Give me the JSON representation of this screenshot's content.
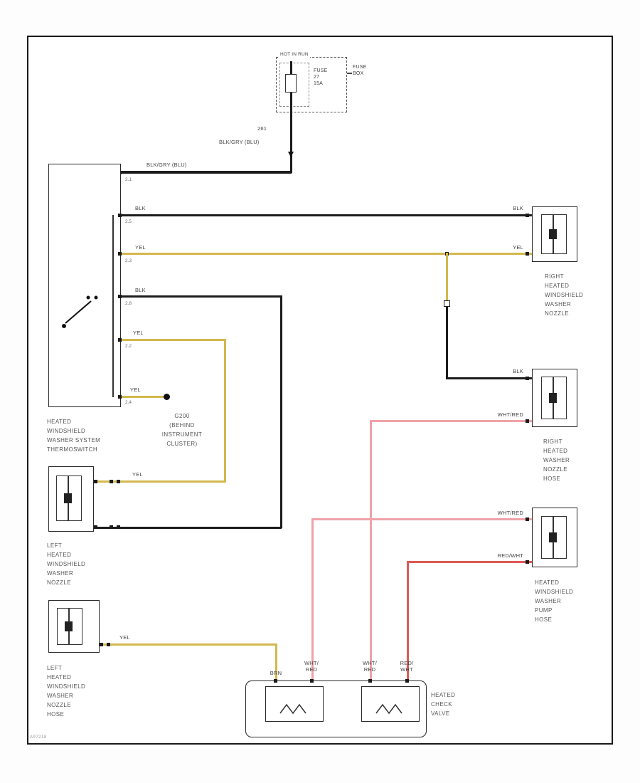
{
  "power": {
    "hot_label": "HOT IN RUN",
    "fuse_label": "FUSE\n27\n15A",
    "fusebox_label": "FUSE\nBOX",
    "circuit": "261",
    "feed_wire": "BLK/GRY (BLU)"
  },
  "thermoswitch": {
    "label": "HEATED\nWINDSHIELD\nWASHER SYSTEM\nTHERMOSWITCH",
    "pins": [
      "2.1",
      "2.5",
      "2.3",
      "2.8",
      "2.2",
      "2.4"
    ]
  },
  "ground": {
    "label": "G200\n(BEHIND\nINSTRUMENT\nCLUSTER)"
  },
  "labels": {
    "blk": "BLK",
    "yel": "YEL",
    "wht_red": "WHT/RED",
    "red_wht": "RED/WHT",
    "brn": "BRN",
    "wht_red_2l": "WHT/\nRED",
    "red_wht_2l": "RED/\nWHT"
  },
  "components": {
    "right_nozzle": "RIGHT\nHEATED\nWINDSHIELD\nWASHER\nNOZZLE",
    "right_nozzle_hose": "RIGHT\nHEATED\nWASHER\nNOZZLE\nHOSE",
    "pump_hose": "HEATED\nWINDSHIELD\nWASHER\nPUMP\nHOSE",
    "left_nozzle": "LEFT\nHEATED\nWINDSHIELD\nWASHER\nNOZZLE",
    "left_nozzle_hose": "LEFT\nHEATED\nWINDSHIELD\nWASHER\nNOZZLE\nHOSE",
    "check_valve": "HEATED\nCHECK\nVALVE"
  },
  "footer": {
    "code": "A97218"
  },
  "colors": {
    "black_wire": "#1c1c1c",
    "yellow_wire": "#d2b84d",
    "pink_wire": "#efa2a8",
    "red_wire": "#de5a55"
  }
}
